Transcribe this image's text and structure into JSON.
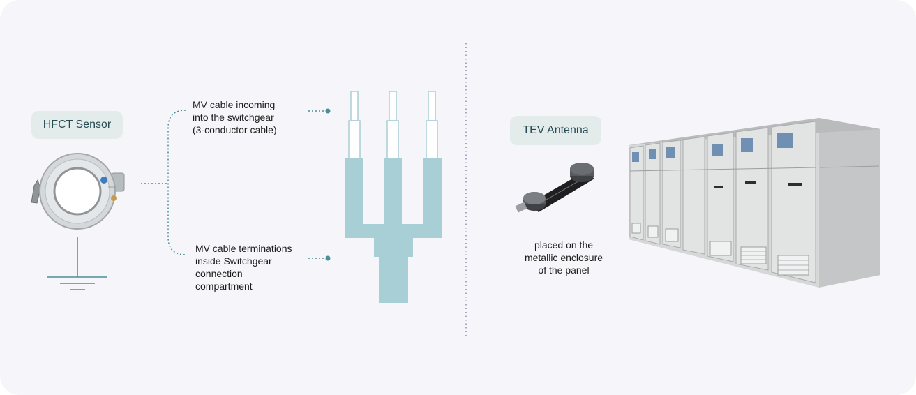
{
  "hfct": {
    "title": "HFCT Sensor"
  },
  "cable": {
    "incoming_label": "MV cable incoming\ninto the switchgear\n(3-conductor cable)",
    "termination_label": "MV cable terminations\ninside Switchgear\nconnection\ncompartment"
  },
  "tev": {
    "title": "TEV Antenna",
    "caption": "placed on the\nmetallic enclosure\nof the panel"
  },
  "colors": {
    "accent": "#4c8e97",
    "pill_bg": "#e3eceb",
    "cable_fill": "#a9cfd6"
  },
  "icons": [
    "hfct-sensor-icon",
    "ground-symbol-icon",
    "cable-diagram-icon",
    "tev-antenna-icon",
    "switchgear-panel-icon"
  ]
}
